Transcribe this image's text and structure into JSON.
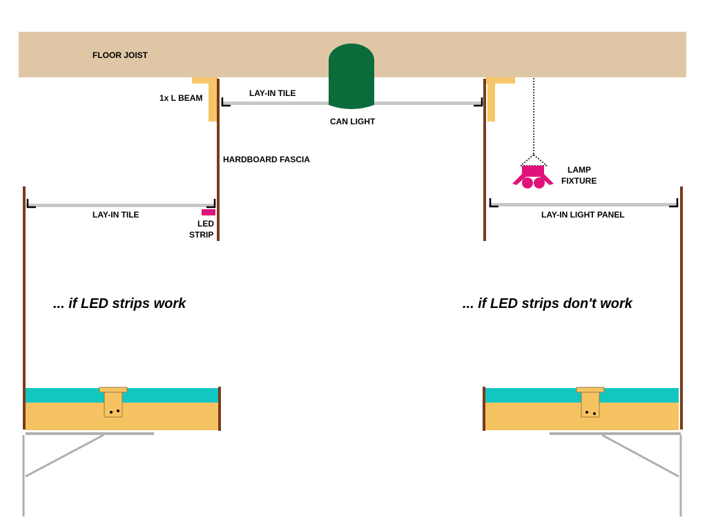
{
  "labels": {
    "floor_joist": "FLOOR JOIST",
    "l_beam": "1x L BEAM",
    "lay_in_tile_top": "LAY-IN TILE",
    "can_light": "CAN LIGHT",
    "hardboard_fascia": "HARDBOARD FASCIA",
    "lamp_fixture_1": "LAMP",
    "lamp_fixture_2": "FIXTURE",
    "lay_in_tile_left": "LAY-IN TILE",
    "led_strip_1": "LED",
    "led_strip_2": "STRIP",
    "lay_in_light_panel": "LAY-IN LIGHT PANEL"
  },
  "captions": {
    "left": "... if LED strips work",
    "right": "... if LED strips don't work"
  },
  "colors": {
    "joist": "#dfc7a6",
    "l_beam": "#f7c66a",
    "fascia": "#7a3b1c",
    "tile": "#c8c8c8",
    "can_light": "#0b6b3a",
    "led": "#e0127a",
    "counter_teal": "#12c7c2",
    "counter_wood": "#f6c363",
    "bracket": "#b0b0b0"
  }
}
